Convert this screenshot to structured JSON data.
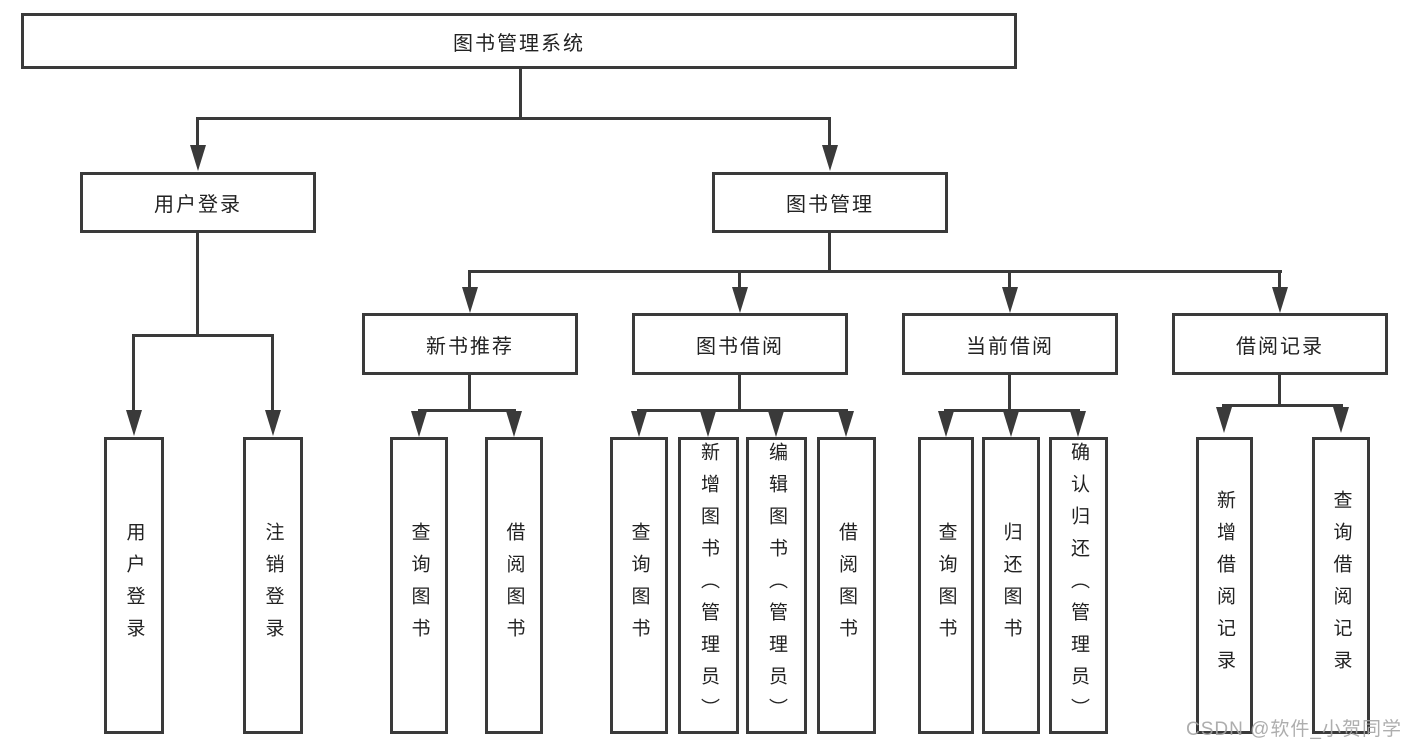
{
  "tree": {
    "root": {
      "label": "图书管理系统"
    },
    "user_login": {
      "label": "用户登录",
      "children": [
        {
          "label": "用户登录"
        },
        {
          "label": "注销登录"
        }
      ]
    },
    "book_management": {
      "label": "图书管理",
      "sections": [
        {
          "label": "新书推荐",
          "children": [
            {
              "label": "查询图书"
            },
            {
              "label": "借阅图书"
            }
          ]
        },
        {
          "label": "图书借阅",
          "children": [
            {
              "label": "查询图书"
            },
            {
              "label": "新增图书（管理员）"
            },
            {
              "label": "编辑图书（管理员）"
            },
            {
              "label": "借阅图书"
            }
          ]
        },
        {
          "label": "当前借阅",
          "children": [
            {
              "label": "查询图书"
            },
            {
              "label": "归还图书"
            },
            {
              "label": "确认归还（管理员）"
            }
          ]
        },
        {
          "label": "借阅记录",
          "children": [
            {
              "label": "新增借阅记录"
            },
            {
              "label": "查询借阅记录"
            }
          ]
        }
      ]
    }
  },
  "watermark": {
    "text": "CSDN @软件_小贺同学",
    "color": "#a5a5a5"
  },
  "colors": {
    "line": "#3a3a3a",
    "text": "#222222",
    "background": "#ffffff"
  }
}
